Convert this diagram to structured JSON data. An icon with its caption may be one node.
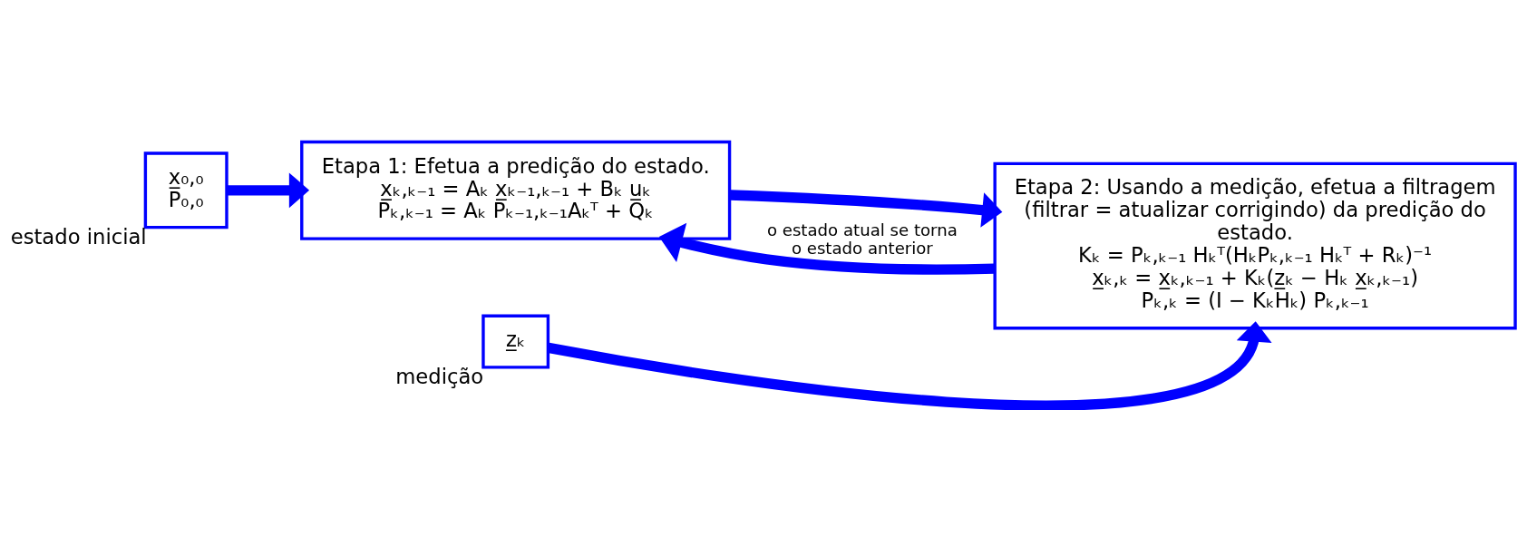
{
  "diagram": {
    "nodes": [
      {
        "text": [
          "x̲₀,₀",
          "P₀,₀"
        ],
        "beside": [
          "estado inicial"
        ]
      },
      {
        "text": [
          "Etapa 1: Efetua a predição do estado.",
          "x̲ₖ,ₖ₋₁ = Aₖ x̲ₖ₋₁,ₖ₋₁ + Bₖ u̲ₖ",
          "Pₖ,ₖ₋₁ = Aₖ Pₖ₋₁,ₖ₋₁Aₖᵀ + Qₖ"
        ]
      },
      {
        "text": [
          "Etapa 2: Usando a medição, efetua a filtragem (filtrar = atualizar corrigindo) da predição do estado.",
          "Kₖ = Pₖ,ₖ₋₁ Hₖᵀ(HₖPₖ,ₖ₋₁ Hₖᵀ + Rₖ)⁻¹",
          "x̲ₖ,ₖ = x̲ₖ,ₖ₋₁ + Kₖ(z̲ₖ − Hₖ x̲ₖ,ₖ₋₁)",
          "Pₖ,ₖ = (I − KₖHₖ) Pₖ,ₖ₋₁"
        ]
      },
      {
        "text": [
          "z̲ₖ"
        ],
        "beside": [
          "medição"
        ]
      }
    ],
    "edges": [
      {
        "from": 0,
        "to": 1,
        "arrow": "to"
      },
      {
        "from": 1,
        "to": 2,
        "arrow": "to"
      },
      {
        "from": 2,
        "to": 1,
        "arrow": "to",
        "label": "o estado atual se torna o estado anterior"
      },
      {
        "from": 3,
        "to": 2,
        "arrow": "to"
      }
    ]
  }
}
